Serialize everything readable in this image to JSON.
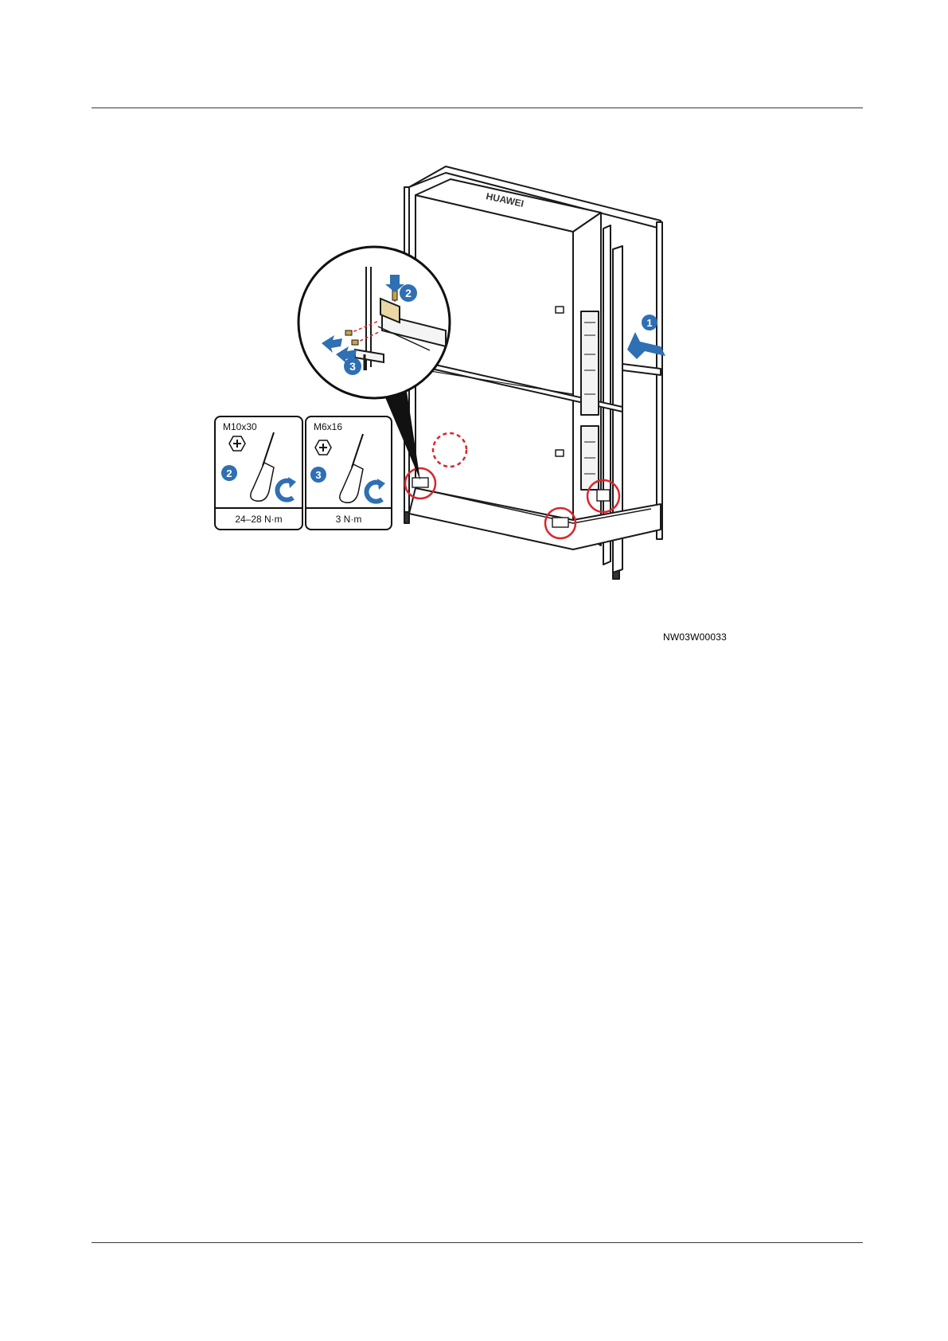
{
  "figure": {
    "id": "NW03W00033",
    "brand_logo_text": "HUAWEI",
    "callouts": {
      "step1": "1",
      "step2": "2",
      "step3": "3"
    },
    "tool_cards": [
      {
        "screw": "M10x30",
        "step": "2",
        "torque": "24–28 N·m"
      },
      {
        "screw": "M6x16",
        "step": "3",
        "torque": "3 N·m"
      }
    ]
  },
  "colors": {
    "callout_blue": "#2f6fb3",
    "highlight_red": "#d9262c",
    "line": "#1a1a1a"
  }
}
